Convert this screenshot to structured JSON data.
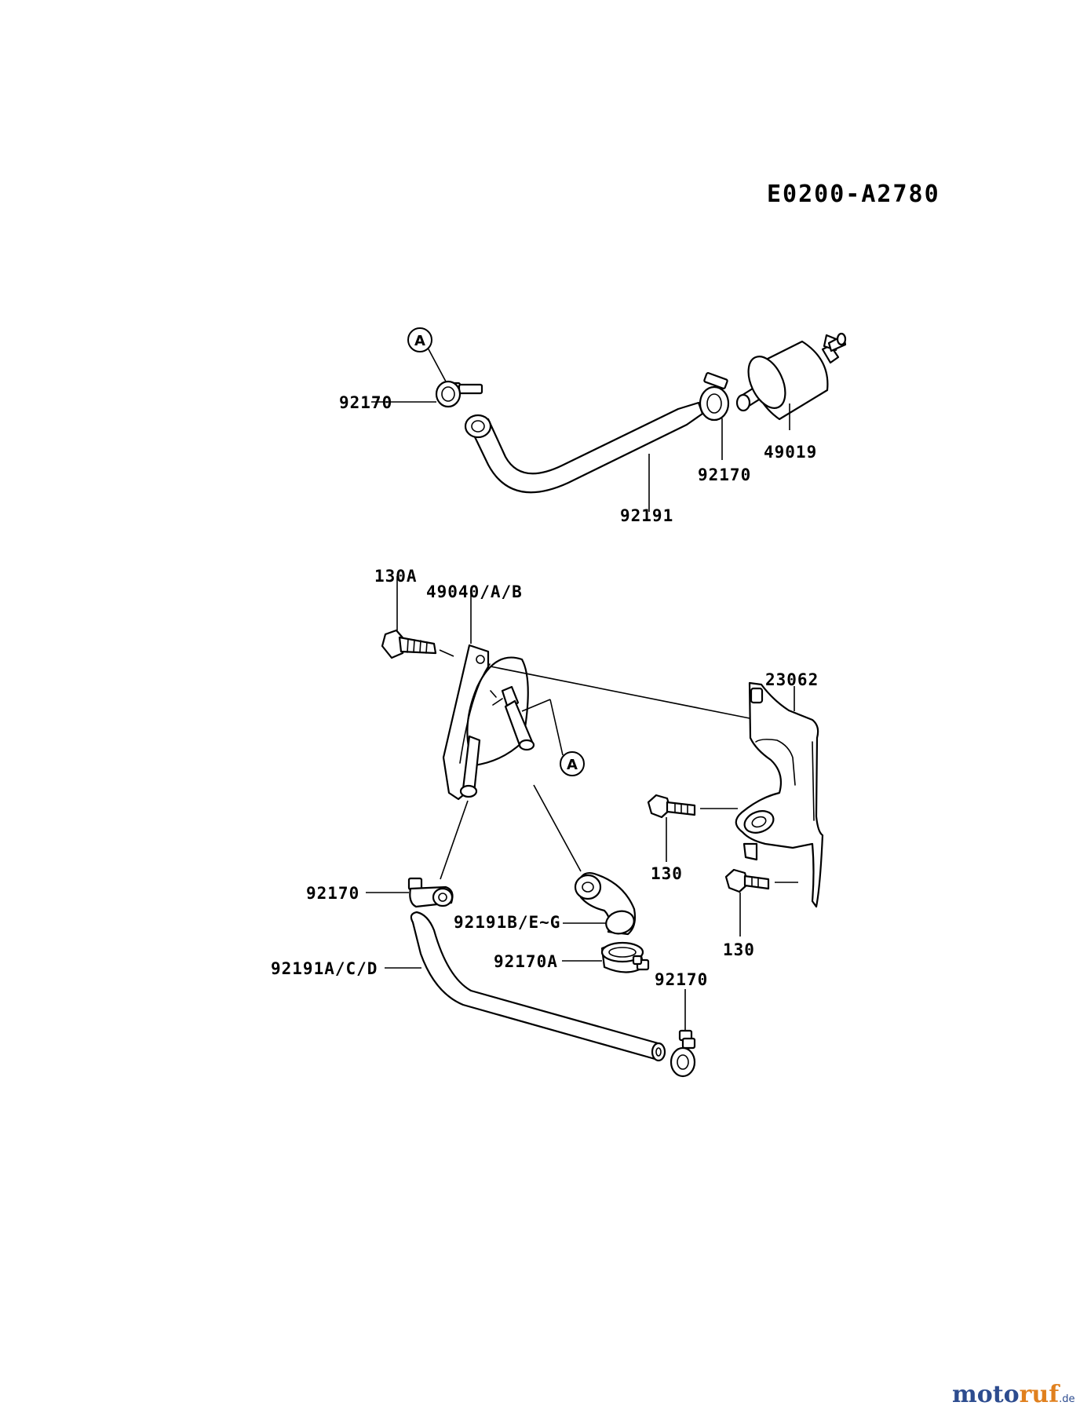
{
  "diagram_code": "E0200-A2780",
  "reference_marker": "A",
  "labels": {
    "clamp_a_top": "92170",
    "hose_top": "92191",
    "clamp_b_top": "92170",
    "fuel_filter": "49019",
    "bolt_130a": "130A",
    "fuel_pump": "49040/A/B",
    "bracket": "23062",
    "bolt_130_upper": "130",
    "bolt_130_lower": "130",
    "clamp_left_mid": "92170",
    "hose_bend": "92191B/E~G",
    "hose_long": "92191A/C/D",
    "clamp_92170a": "92170A",
    "clamp_right_bottom": "92170"
  },
  "watermark": {
    "part1": "moto",
    "part2": "ruf",
    "suffix": ".de"
  }
}
